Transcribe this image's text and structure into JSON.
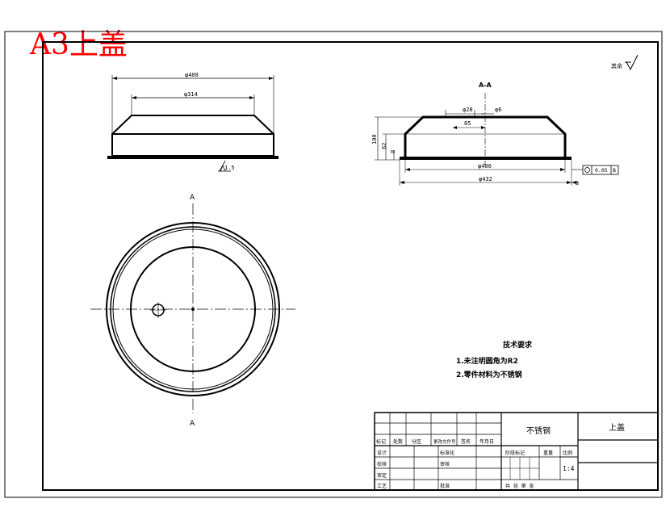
{
  "title_stamp": "A3上盖",
  "surface_mark": "其余",
  "front_view": {
    "dim_outer": "φ408",
    "dim_inner": "φ314",
    "angle_note": "1.5"
  },
  "section_view": {
    "label": "A-A",
    "dim_hole": "φ28",
    "dim_small": "φ6",
    "dim_offset": "85",
    "dim_height_total": "100",
    "dim_height_mid": "62",
    "dim_height_small": "8",
    "dim_400": "φ400",
    "dim_432": "φ432",
    "tolerance_value": "0.05",
    "tolerance_datum": "B",
    "datum_ref": "B"
  },
  "plan_view": {
    "section_top": "A",
    "section_bottom": "A"
  },
  "notes": {
    "heading": "技术要求",
    "items": [
      "1.未注明圆角为R2",
      "2.零件材料为不锈钢"
    ]
  },
  "title_block": {
    "material": "不锈钢",
    "part_name": "上盖",
    "scale": "1:4",
    "row_labels": [
      "标记",
      "处数",
      "分区",
      "更改文件号",
      "签名",
      "年月日"
    ],
    "designer": "设计",
    "checker": "校核",
    "standardization": "标准化",
    "stage_mark": "阶段标记",
    "weight": "重量",
    "ratio": "比例",
    "process": "工艺",
    "approve": "批准",
    "reviewer": "审核",
    "audit": "审定",
    "sheets": "共  张  第  张"
  }
}
